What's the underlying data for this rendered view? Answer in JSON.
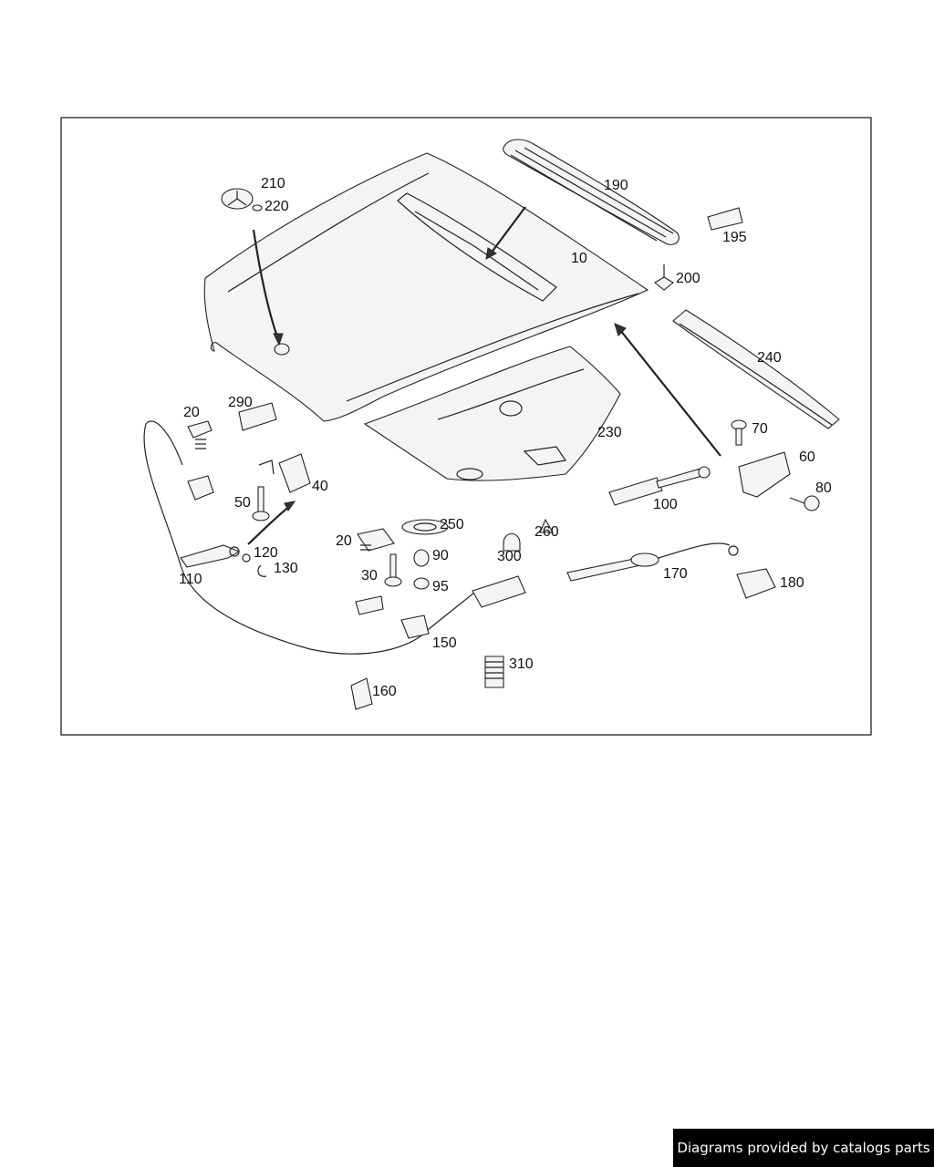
{
  "footer": {
    "credit": "Diagrams provided by catalogs parts"
  },
  "callouts": {
    "c10": "10",
    "c20a": "20",
    "c20b": "20",
    "c30": "30",
    "c40": "40",
    "c50": "50",
    "c60": "60",
    "c70": "70",
    "c80": "80",
    "c90": "90",
    "c95": "95",
    "c100": "100",
    "c110": "110",
    "c120": "120",
    "c130": "130",
    "c150": "150",
    "c160": "160",
    "c170": "170",
    "c180": "180",
    "c190": "190",
    "c195": "195",
    "c200": "200",
    "c210": "210",
    "c220": "220",
    "c230": "230",
    "c240": "240",
    "c250": "250",
    "c260": "260",
    "c290": "290",
    "c300": "300",
    "c310": "310"
  },
  "colors": {
    "line": "#222222",
    "background": "#ffffff",
    "footer_bg": "#000000",
    "footer_text": "#ffffff"
  }
}
